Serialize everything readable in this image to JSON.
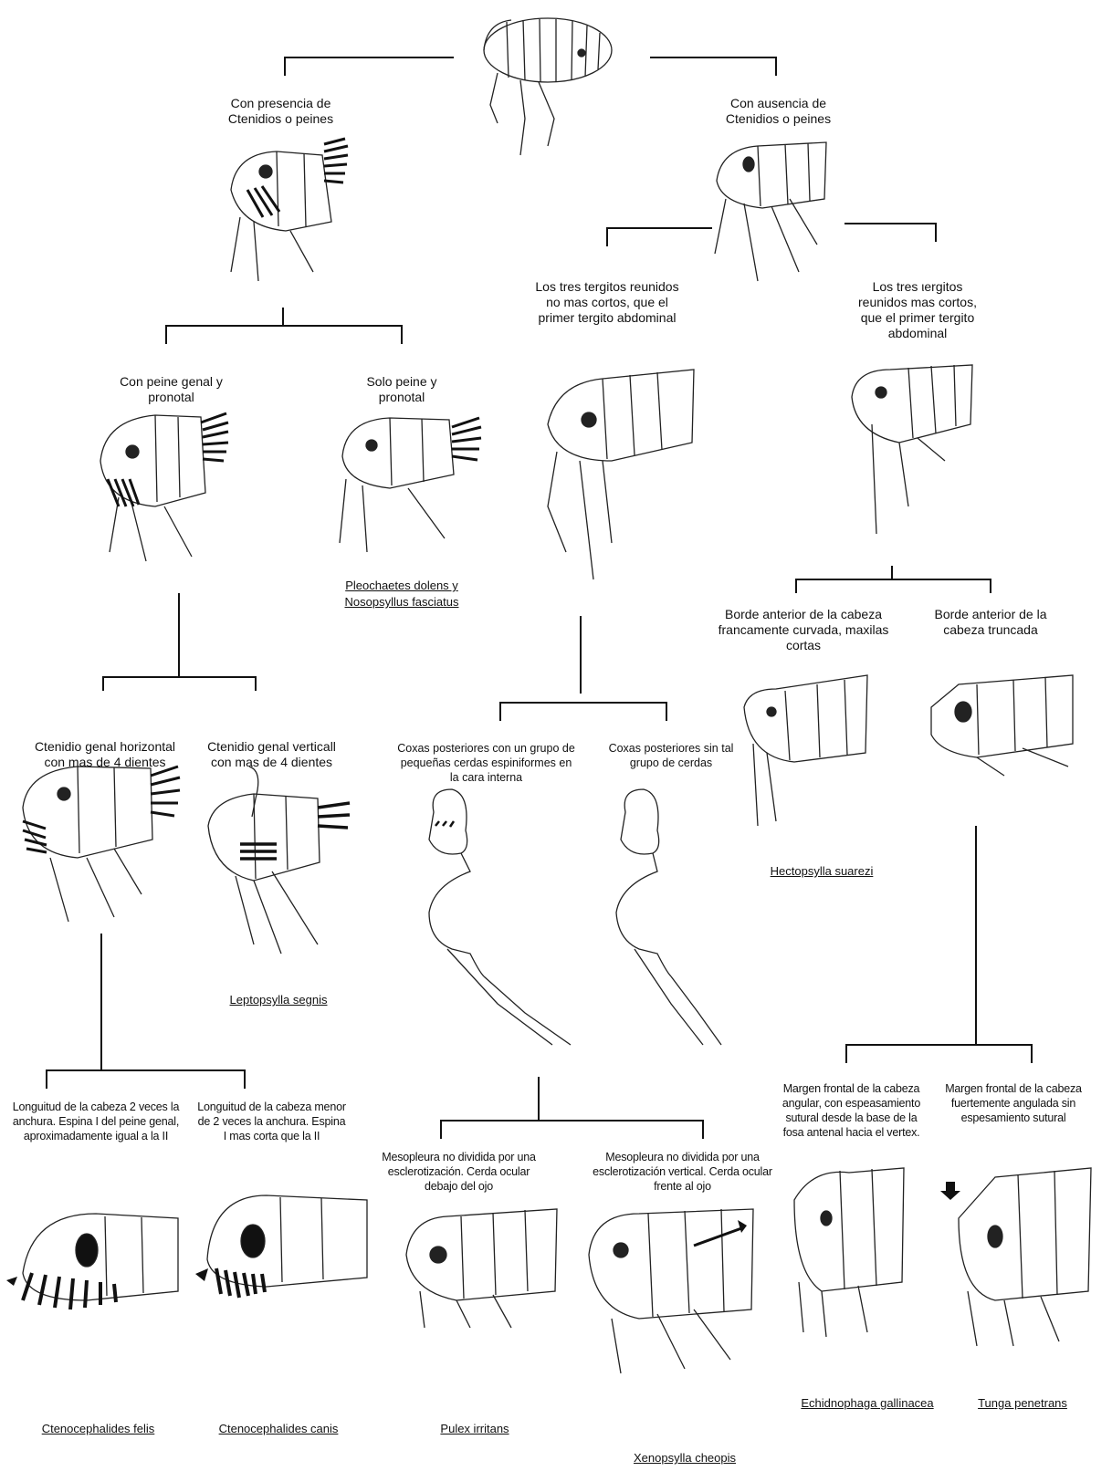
{
  "nodes": {
    "n1": "Con presencia de Ctenidios o peines",
    "n2": "Con ausencia de Ctenidios o peines",
    "n3": "Con peine genal y pronotal",
    "n4": "Solo peine y pronotal",
    "n5": "Los tres tergitos reunidos no mas cortos, que el primer tergito abdominal",
    "n6": "Los tres ιergitos reunidos  mas cortos, que el primer tergito abdominal",
    "n7": "Ctenidio genal horizontal con mas de 4 dientes",
    "n8": "Ctenidio genal verticall con mas de 4 dientes",
    "n9": "Coxas posteriores con un grupo de pequeñas cerdas espiniformes en la cara interna",
    "n10": "Coxas posteriores sin tal grupo de cerdas",
    "n11": "Borde anterior de la cabeza francamente curvada, maxilas cortas",
    "n12": "Borde anterior de la cabeza truncada",
    "n13": "Longuitud de la cabeza 2 veces la anchura. Espina I del peine genal, aproximadamente igual a la II",
    "n14": "Longuitud de la cabeza menor de  2 veces la anchura. Espina I mas corta que la II",
    "n15": "Mesopleura no dividida por una esclerotización. Cerda ocular debajo del ojo",
    "n16": "Mesopleura no dividida por una esclerotización vertical. Cerda ocular frente al ojo",
    "n17": "Margen frontal de la cabeza angular, con espeasamiento sutural desde la base de la fosa antenal hacia el vertex.",
    "n18": "Margen frontal de la cabeza fuertemente angulada sin espesamiento sutural"
  },
  "species": {
    "s1": "Pleochaetes dolens y Nosopsyllus fasciatus",
    "s2": "Leptopsylla segnis",
    "s3": "Hectopsylla suarezi",
    "s4": "Ctenocephalides felis",
    "s5": "Ctenocephalides canis",
    "s6": "Pulex irritans",
    "s7": "Xenopsylla cheopis",
    "s8": "Echidnophaga gallinacea",
    "s9": "Tunga penetrans"
  }
}
